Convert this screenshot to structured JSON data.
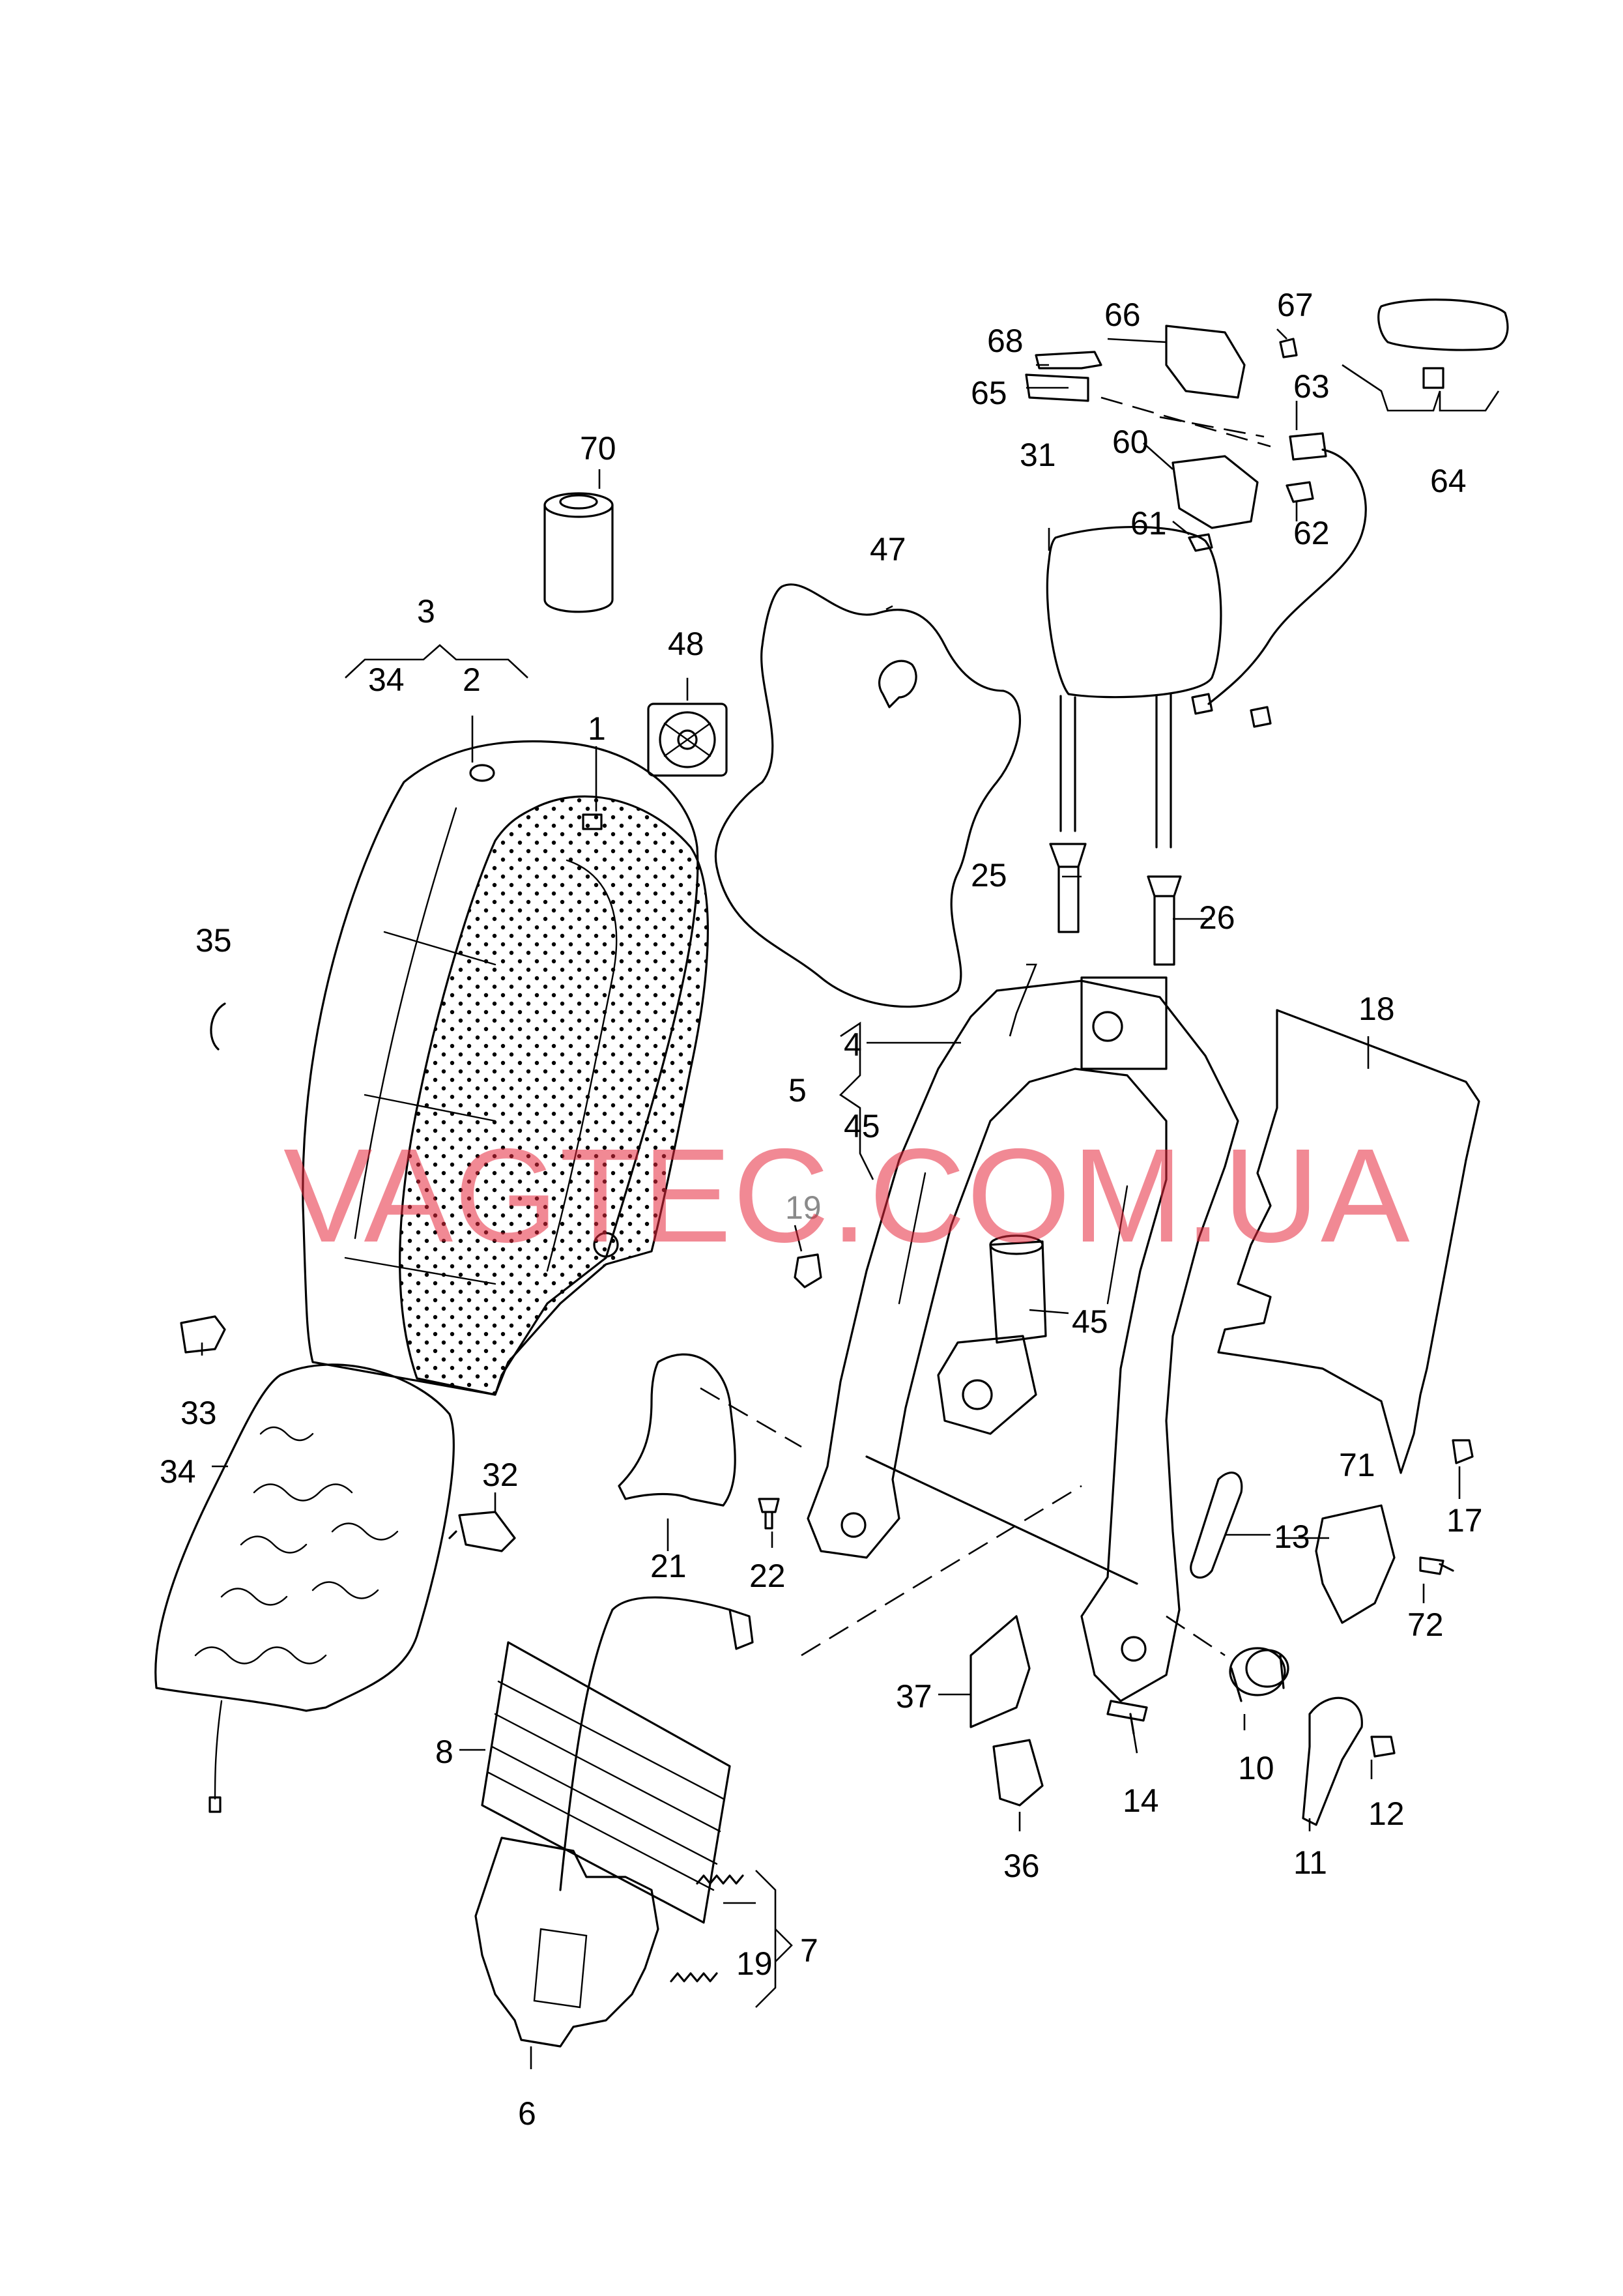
{
  "watermark": "VAGTEC.COM.UA",
  "colors": {
    "watermark": "#e6283c",
    "line": "#000000",
    "label_grey": "#8a8a8a"
  },
  "labels": {
    "p1": "1",
    "p2": "2",
    "p3": "3",
    "p4": "4",
    "p5": "5",
    "p6": "6",
    "p7": "7",
    "p8": "8",
    "p10": "10",
    "p11": "11",
    "p12": "12",
    "p13": "13",
    "p14": "14",
    "p17": "17",
    "p18": "18",
    "p19a": "19",
    "p19b": "19",
    "p21": "21",
    "p22": "22",
    "p25": "25",
    "p26": "26",
    "p31": "31",
    "p32": "32",
    "p33": "33",
    "p34a": "34",
    "p34b": "34",
    "p35": "35",
    "p36": "36",
    "p37": "37",
    "p45a": "45",
    "p45b": "45",
    "p47": "47",
    "p48": "48",
    "p60": "60",
    "p61": "61",
    "p62": "62",
    "p63": "63",
    "p64": "64",
    "p65": "65",
    "p66": "66",
    "p67": "67",
    "p68": "68",
    "p70": "70",
    "p71": "71",
    "p72": "72"
  }
}
